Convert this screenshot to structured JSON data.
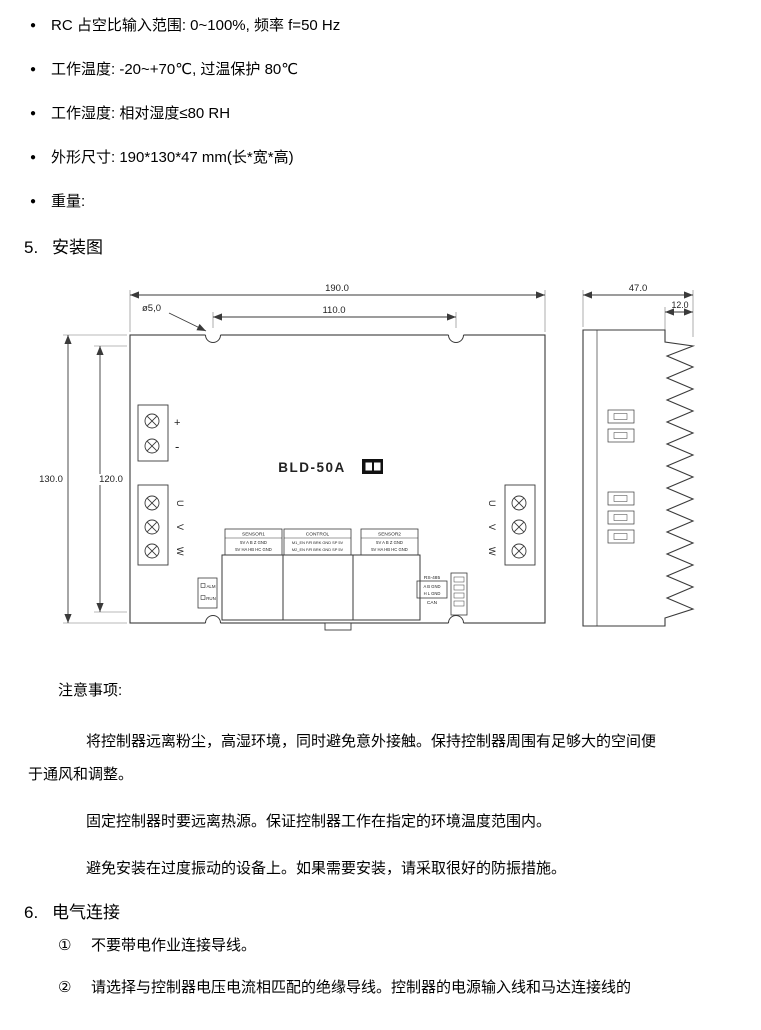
{
  "page": {
    "bg": "#ffffff",
    "text": "#000000",
    "line": "#3a3a3a"
  },
  "specs": {
    "bullet": "●",
    "items": [
      "RC 占空比输入范围: 0~100%, 频率 f=50 Hz",
      "工作温度: -20~+70℃, 过温保护 80℃",
      "工作湿度: 相对湿度≤80 RH",
      "外形尺寸: 190*130*47 mm(长*宽*高)",
      "重量:"
    ]
  },
  "section5": {
    "num": "5.",
    "title": "安装图"
  },
  "diagram": {
    "dims": {
      "width": "190.0",
      "hole_spacing": "110.0",
      "hole_dia": "ø5,0",
      "height": "130.0",
      "inner_height": "120.0",
      "depth": "47.0",
      "fin_depth": "12.0"
    },
    "model": "BLD-50A",
    "power_plus": "+",
    "power_minus": "-",
    "phases": [
      "U",
      "V",
      "W"
    ],
    "sensor1": {
      "title": "SENSOR1",
      "row1": "5V A B Z GND",
      "row2": "5V HA HB HC GND"
    },
    "control": {
      "title": "CONTROL",
      "row1": "M1_EN F/R BRK GND SP 5V",
      "row2": "M2_EN F/R BRK GND SP 5V"
    },
    "sensor2": {
      "title": "SENSOR2",
      "row1": "5V A B Z GND",
      "row2": "5V HA HB HC GND"
    },
    "led_alm": "ALM",
    "led_run": "RUN",
    "rs485": {
      "title": "RS-485",
      "row1": "A B GND",
      "row2": "H L GND",
      "row3": "CAN"
    }
  },
  "notes": {
    "title": "注意事项:",
    "p1": "将控制器远离粉尘，高湿环境，同时避免意外接触。保持控制器周围有足够大的空间便于通风和调整。",
    "p2": "固定控制器时要远离热源。保证控制器工作在指定的环境温度范围内。",
    "p3": "避免安装在过度振动的设备上。如果需要安装，请采取很好的防振措施。"
  },
  "section6": {
    "num": "6.",
    "title": "电气连接",
    "item1_num": "①",
    "item1_text": "不要带电作业连接导线。",
    "item2_num": "②",
    "item2_text": "请选择与控制器电压电流相匹配的绝缘导线。控制器的电源输入线和马达连接线的"
  }
}
